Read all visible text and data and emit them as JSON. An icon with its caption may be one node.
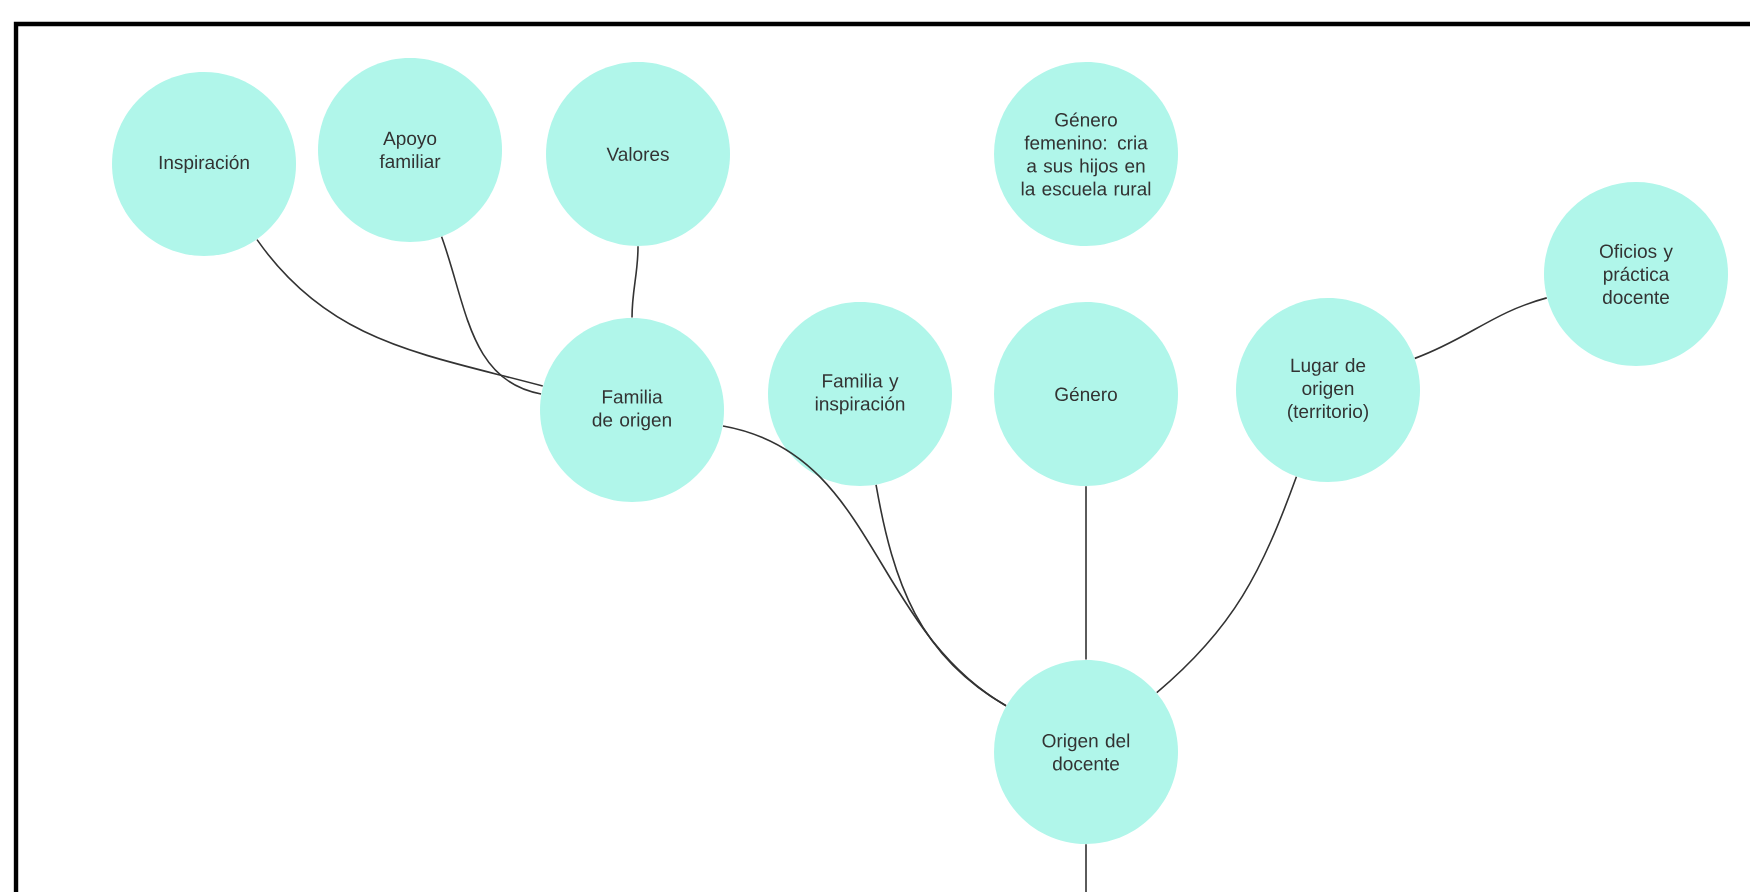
{
  "diagram": {
    "nodes": [
      {
        "text": [
          "Inspiración"
        ]
      },
      {
        "text": [
          "Apoyo familiar"
        ]
      },
      {
        "text": [
          "Valores"
        ]
      },
      {
        "text": [
          "Género femenino: cria a sus hijos en la escuela rural"
        ]
      },
      {
        "text": [
          "Oficios y práctica docente"
        ]
      },
      {
        "text": [
          "Familia de origen"
        ]
      },
      {
        "text": [
          "Familia y inspiración"
        ]
      },
      {
        "text": [
          "Género"
        ]
      },
      {
        "text": [
          "Lugar de origen (territorio)"
        ]
      },
      {
        "text": [
          "Origen del docente"
        ]
      }
    ],
    "edges": [
      {
        "from": 0,
        "to": 5,
        "arrow": "none"
      },
      {
        "from": 1,
        "to": 5,
        "arrow": "none"
      },
      {
        "from": 2,
        "to": 5,
        "arrow": "none"
      },
      {
        "from": 8,
        "to": 4,
        "arrow": "none"
      },
      {
        "from": 5,
        "to": 9,
        "arrow": "none"
      },
      {
        "from": 6,
        "to": 9,
        "arrow": "none"
      },
      {
        "from": 7,
        "to": 9,
        "arrow": "none"
      },
      {
        "from": 8,
        "to": 9,
        "arrow": "none"
      },
      {
        "from": 9,
        "to": null,
        "arrow": "none"
      }
    ]
  }
}
